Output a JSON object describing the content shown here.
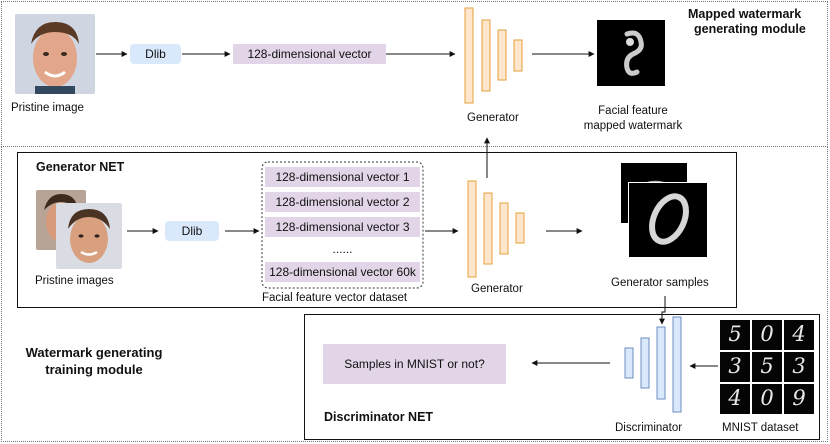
{
  "top_module": {
    "title_line1": "Mapped watermark",
    "title_line2": "generating module",
    "pristine_label": "Pristine  image",
    "dlib_label": "Dlib",
    "vector_label": "128-dimensional vector",
    "generator_label": "Generator",
    "output_label_line1": "Facial feature",
    "output_label_line2": "mapped watermark"
  },
  "generator_net": {
    "title": "Generator NET",
    "pristine_label": "Pristine images",
    "dlib_label": "Dlib",
    "vectors": [
      "128-dimensional vector 1",
      "128-dimensional vector 2",
      "128-dimensional vector 3",
      "......",
      "128-dimensional vector 60k"
    ],
    "dataset_label": "Facial feature vector dataset",
    "generator_label": "Generator",
    "samples_label": "Generator samples"
  },
  "training_module": {
    "title_line1": "Watermark generating",
    "title_line2": "training module"
  },
  "discriminator_net": {
    "title": "Discriminator NET",
    "question_label": "Samples in MNIST or not?",
    "discriminator_label": "Discriminator",
    "mnist_label": "MNIST dataset",
    "mnist_digits": [
      "5",
      "0",
      "4",
      "3",
      "5",
      "3",
      "4",
      "0",
      "9"
    ]
  },
  "colors": {
    "dlib_fill": "#dae8fc",
    "vector_fill": "#e1d5e7",
    "generator_fill": "#ffe6cc",
    "generator_stroke": "#e6a23c",
    "discriminator_fill": "#dae8fc",
    "discriminator_stroke": "#6c8ebf"
  }
}
